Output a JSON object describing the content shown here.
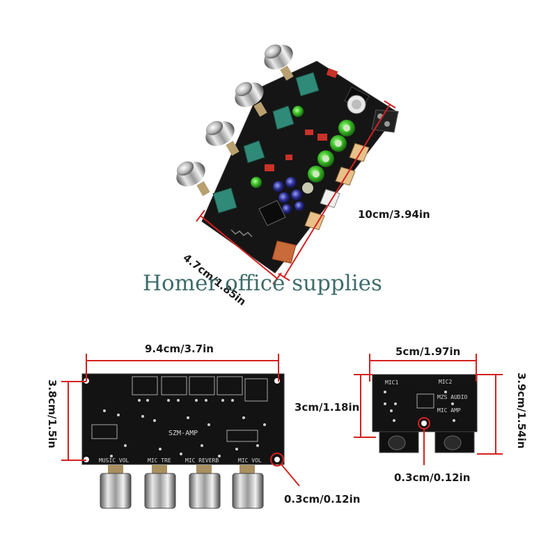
{
  "watermark": "Homer office supplies",
  "colors": {
    "dimension_line": "#d42020",
    "pcb": "#141414",
    "silkscreen": "#d8d8d8",
    "watermark": "#3e6d6b"
  },
  "top_view": {
    "length_label": "10cm/3.94in",
    "width_label": "4.7cm/1.85in"
  },
  "bottom_view": {
    "width_label": "9.4cm/3.7in",
    "height_label": "3.8cm/1.5in",
    "hole_label": "0.3cm/0.12in",
    "board_label": "SZM-AMP",
    "knob_labels": [
      "MUSIC VOL",
      "MIC TRE",
      "MIC REVERB",
      "MIC VOL"
    ]
  },
  "mic_board": {
    "width_label": "5cm/1.97in",
    "inner_height_label": "3cm/1.18in",
    "outer_height_label": "3.9cm/1.54in",
    "hole_label": "0.3cm/0.12in",
    "jack_labels": [
      "MIC1",
      "MIC2"
    ],
    "board_label": "MZS AUDIO",
    "sub_label": "MIC AMP"
  }
}
